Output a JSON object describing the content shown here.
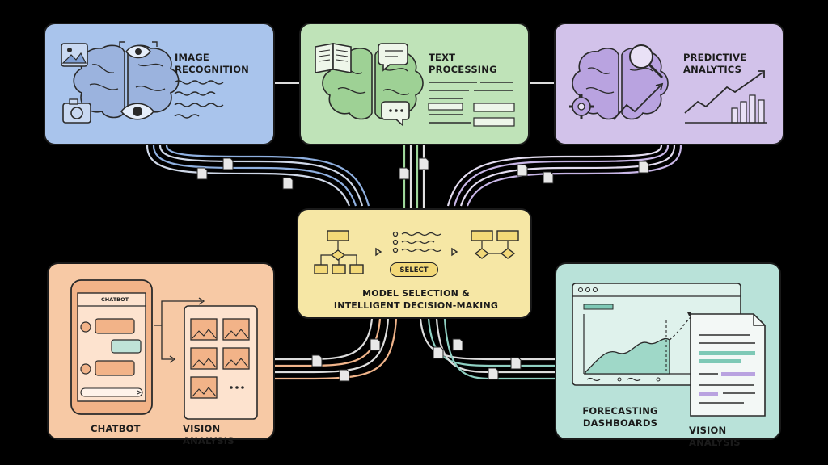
{
  "cards": {
    "image_recognition": {
      "title": "IMAGE\nRECOGNITION",
      "color": "#a9c4ec"
    },
    "text_processing": {
      "title": "TEXT\nPROCESSING",
      "color": "#bfe3b8"
    },
    "predictive_analytics": {
      "title": "PREDICTIVE\nANALYTICS",
      "color": "#d2c2ea"
    },
    "model_selection": {
      "title": "MODEL SELECTION &\nINTELLIGENT DECISION-MAKING",
      "button": "SELECT",
      "color": "#f6e7a5"
    },
    "chatbot_vision": {
      "chatbot_label": "CHATBOT",
      "vision_label": "VISION ANALYSIS",
      "phone_title": "CHATBOT",
      "color": "#f7c9a5"
    },
    "forecasting_vision": {
      "forecasting_label": "FORECASTING\nDASHBOARDS",
      "vision_label": "VISION ANALYSIS",
      "color": "#b9e2d9"
    }
  },
  "icons": [
    "brain-icon",
    "image-icon",
    "camera-icon",
    "eye-icon",
    "book-icon",
    "speech-bubble-icon",
    "gear-icon",
    "magnifier-icon",
    "trend-chart-icon",
    "document-icon",
    "flowchart-icon",
    "phone-icon",
    "image-grid-icon",
    "dashboard-icon"
  ]
}
